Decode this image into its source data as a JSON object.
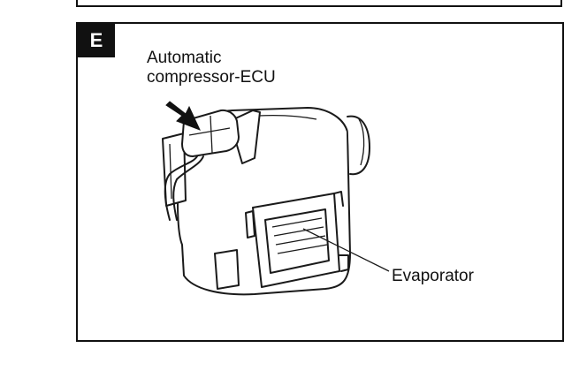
{
  "figure": {
    "badge_letter": "E",
    "ecu_label_line1": "Automatic",
    "ecu_label_line2": "compressor-ECU",
    "evaporator_label": "Evaporator"
  }
}
